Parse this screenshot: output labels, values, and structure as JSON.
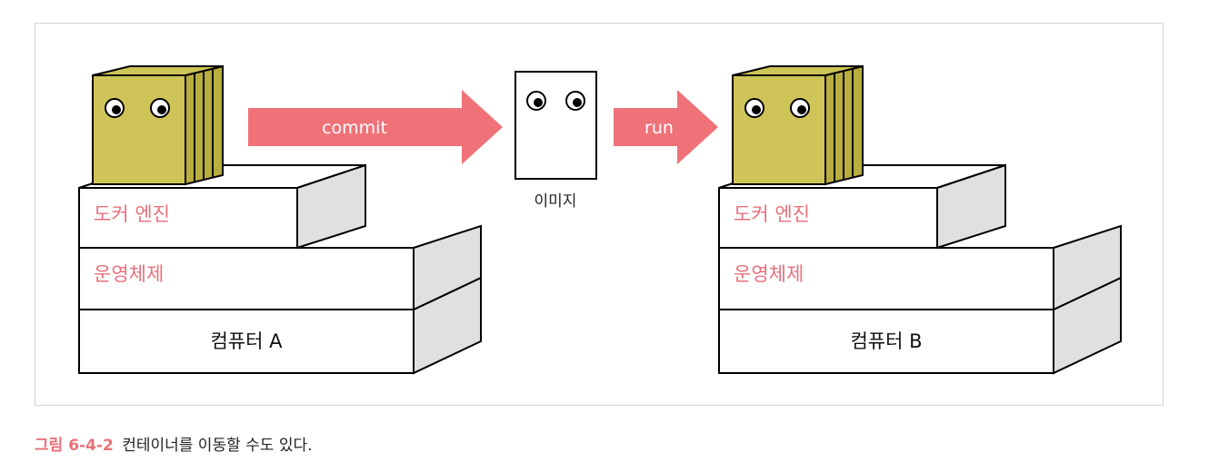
{
  "diagram": {
    "left_stack": {
      "engine_label": "도커 엔진",
      "os_label": "운영체제",
      "computer_label": "컴퓨터 A"
    },
    "right_stack": {
      "engine_label": "도커 엔진",
      "os_label": "운영체제",
      "computer_label": "컴퓨터 B"
    },
    "commit_arrow_label": "commit",
    "run_arrow_label": "run",
    "image_label": "이미지"
  },
  "caption": {
    "figure_label": "그림 6-4-2",
    "text": "컨테이너를 이동할 수도 있다."
  },
  "colors": {
    "accent": "#e8707a",
    "arrow": "#ef7279",
    "container_face": "#cfc458",
    "container_side": "#b8ad3f",
    "block_side": "#e0e0e0"
  }
}
